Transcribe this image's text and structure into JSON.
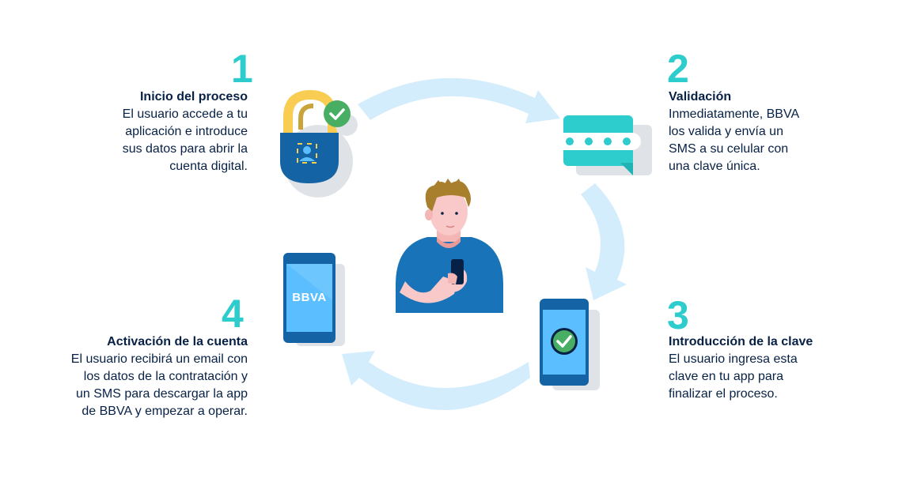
{
  "steps": [
    {
      "number": "1",
      "title": "Inicio del proceso",
      "lines": [
        "El usuario accede a tu",
        "aplicación e introduce",
        "sus datos para abrir la",
        "cuenta digital."
      ]
    },
    {
      "number": "2",
      "title": "Validación",
      "lines": [
        "Inmediatamente, BBVA",
        "los valida y envía un",
        "SMS a su celular con",
        "una clave única."
      ]
    },
    {
      "number": "3",
      "title": "Introducción de la clave",
      "lines": [
        "El usuario ingresa esta",
        "clave en tu app para",
        "finalizar el proceso."
      ]
    },
    {
      "number": "4",
      "title": "Activación de la cuenta",
      "lines": [
        "El usuario recibirá un email con",
        "los datos de la contratación y",
        "un SMS para descargar la app",
        "de BBVA y empezar a operar."
      ]
    }
  ],
  "phone_logo": "BBVA",
  "icons": [
    "padlock-icon",
    "chat-password-icon",
    "checkmark-phone-icon",
    "bbva-phone-icon",
    "user-with-phone-illustration"
  ],
  "colors": {
    "accent": "#2dcccd",
    "navy": "#072146",
    "blue": "#1464a5",
    "light_blue": "#5bbeff",
    "arrow": "#d4edfc",
    "check_green": "#48ae64",
    "gold": "#f8cd51"
  }
}
